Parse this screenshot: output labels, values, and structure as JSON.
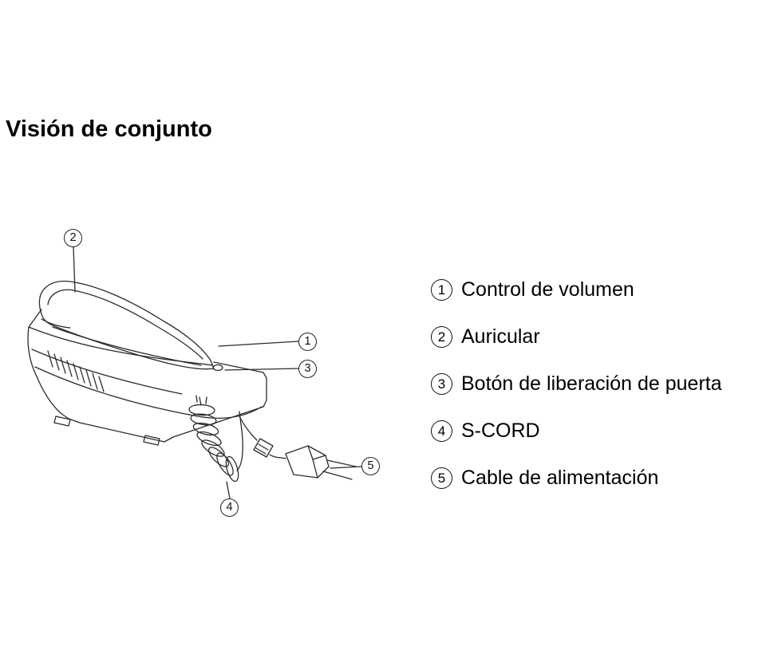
{
  "page": {
    "title": "Visión de conjunto"
  },
  "diagram": {
    "callouts": {
      "auricular": "2",
      "volumen": "1",
      "puerta": "3",
      "scord": "4",
      "alimentacion": "5"
    }
  },
  "legend": {
    "items": [
      {
        "num": "1",
        "label": "Control de volumen"
      },
      {
        "num": "2",
        "label": "Auricular"
      },
      {
        "num": "3",
        "label": "Botón de liberación de puerta"
      },
      {
        "num": "4",
        "label": "S-CORD"
      },
      {
        "num": "5",
        "label": "Cable de alimentación"
      }
    ]
  }
}
